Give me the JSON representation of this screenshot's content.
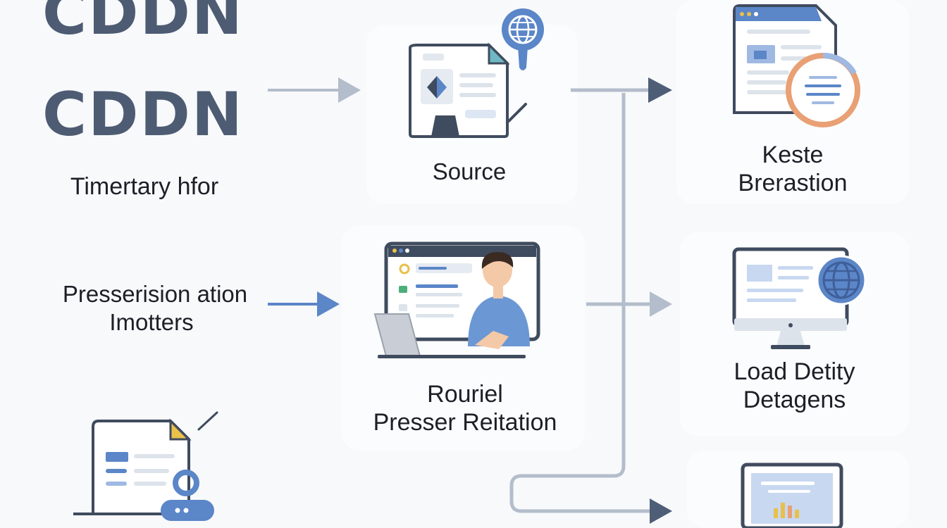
{
  "logo": {
    "line1": "CDDN",
    "line2": "CDDN"
  },
  "left": {
    "subtitle": "Timertary hfor",
    "pres_line1": "Presserision ation",
    "pres_line2": "Imotters"
  },
  "center": {
    "source_label": "Source",
    "node2_line1": "Rouriel",
    "node2_line2": "Presser Reitation"
  },
  "right": {
    "top_line1": "Keste",
    "top_line2": "Brerastion",
    "mid_line1": "Load Detity",
    "mid_line2": "Detagens"
  },
  "icons": [
    "globe-pin-icon",
    "document-icon",
    "browser-document-icon",
    "progress-ring-icon",
    "person-laptop-icon",
    "monitor-icon",
    "globe-icon",
    "document-user-icon",
    "laptop-chart-icon"
  ],
  "colors": {
    "navy": "#4d5c73",
    "blue": "#5b86c8",
    "arrow_gray": "#b4bdcb",
    "arrow_dark": "#4e5e76",
    "orange": "#e8a074",
    "yellow": "#e8c04a"
  }
}
